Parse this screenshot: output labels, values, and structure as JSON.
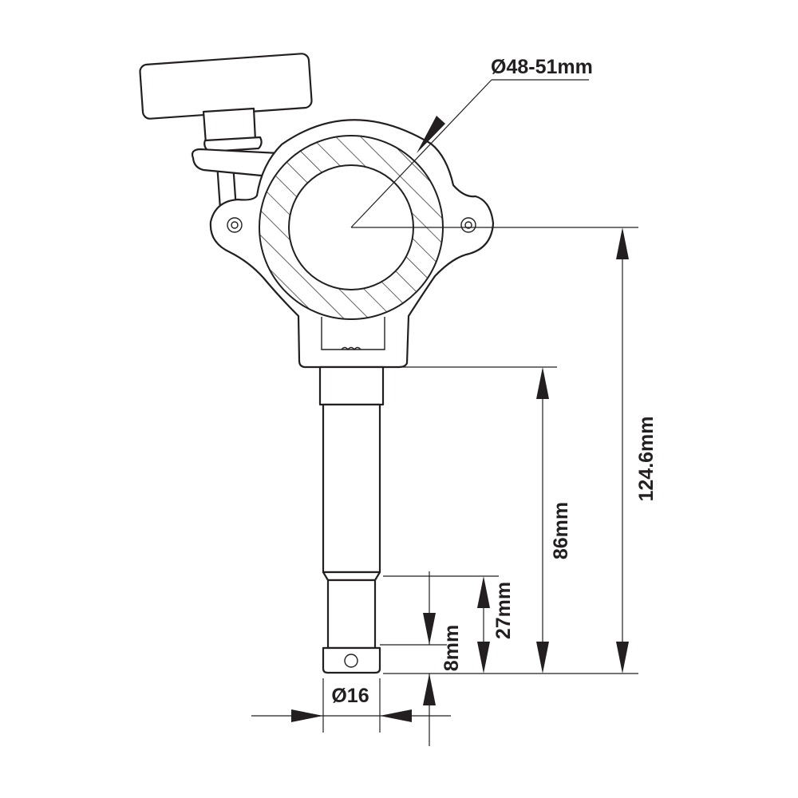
{
  "diagram": {
    "colors": {
      "line": "#231f20",
      "background": "#ffffff"
    },
    "labels": {
      "ring_diameter": "Ø48-51mm",
      "total_height": "124.6mm",
      "spigot_length": "86mm",
      "groove_length": "27mm",
      "tip_length": "8mm",
      "spigot_diameter": "Ø16"
    }
  }
}
